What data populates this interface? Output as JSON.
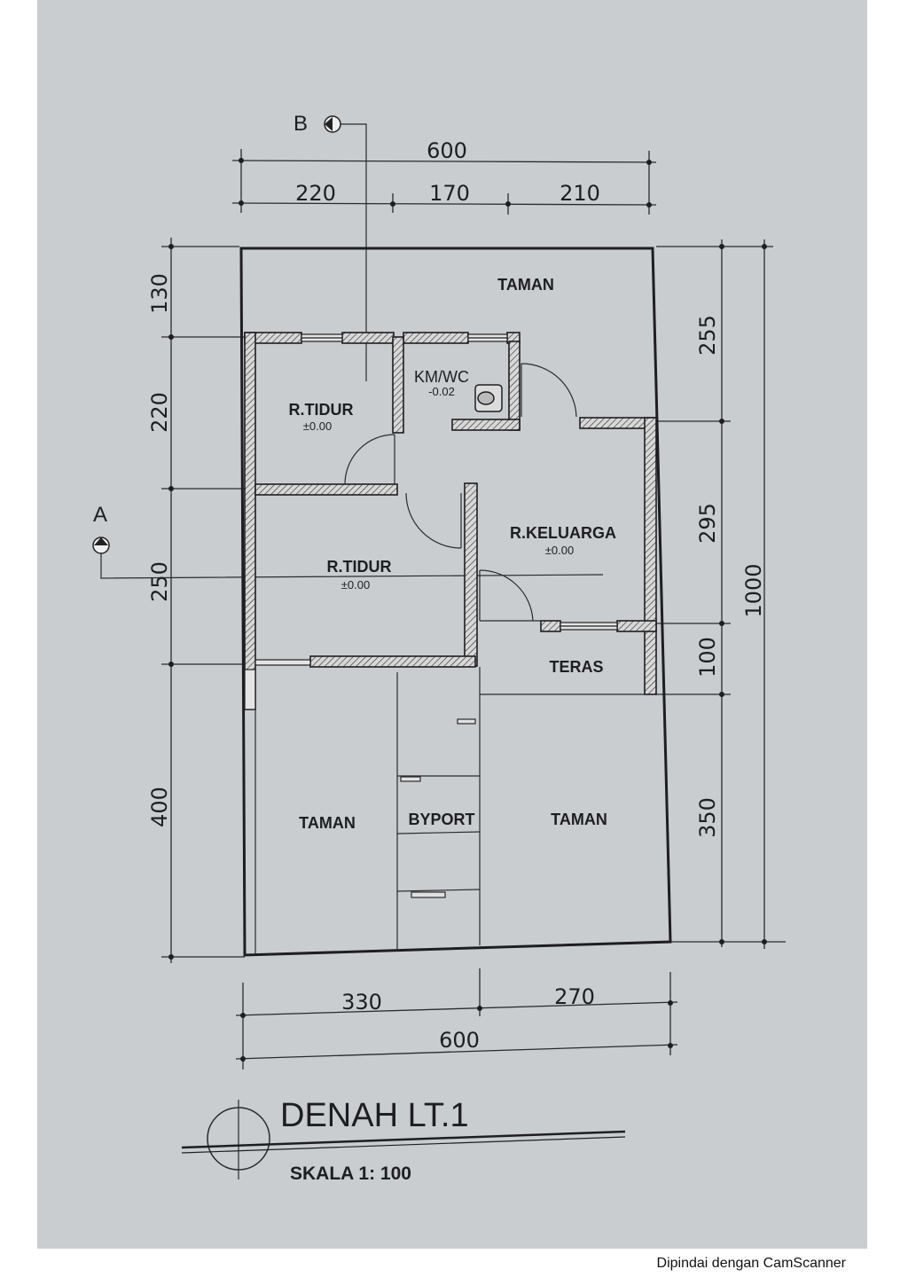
{
  "section_markers": {
    "b": "B",
    "a": "A"
  },
  "dimensions": {
    "top_total": "600",
    "top_parts": [
      "220",
      "170",
      "210"
    ],
    "left_parts": [
      "130",
      "220",
      "250",
      "400"
    ],
    "right_parts": [
      "255",
      "295",
      "100",
      "350"
    ],
    "right_total": "1000",
    "bottom_parts": [
      "330",
      "270"
    ],
    "bottom_total": "600"
  },
  "rooms": {
    "taman_top": "TAMAN",
    "tidur_1": {
      "name": "R.TIDUR",
      "level": "±0.00"
    },
    "kmwc": {
      "name": "KM/WC",
      "level": "-0.02"
    },
    "keluarga": {
      "name": "R.KELUARGA",
      "level": "±0.00"
    },
    "tidur_2": {
      "name": "R.TIDUR",
      "level": "±0.00"
    },
    "teras": "TERAS",
    "taman_left": "TAMAN",
    "byport": "BYPORT",
    "taman_right": "TAMAN"
  },
  "title": "DENAH LT.1",
  "scale": "SKALA 1: 100",
  "footer": "Dipindai dengan CamScanner"
}
